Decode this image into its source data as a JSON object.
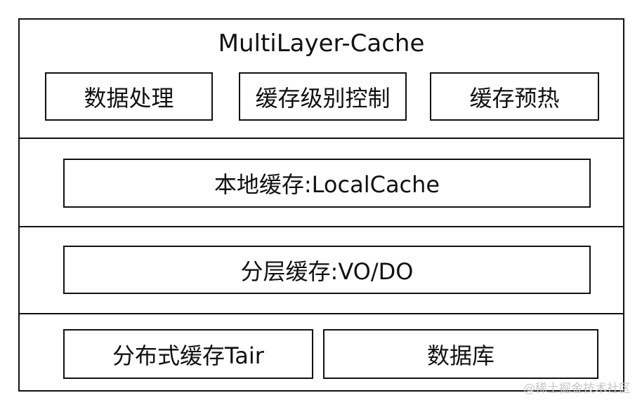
{
  "title": "MultiLayer-Cache",
  "top_layer": {
    "items": [
      "数据处理",
      "缓存级别控制",
      "缓存预热"
    ]
  },
  "local_cache_layer": {
    "label": "本地缓存:LocalCache"
  },
  "layered_cache_layer": {
    "label": "分层缓存:VO/DO"
  },
  "storage_layer": {
    "items": [
      "分布式缓存Tair",
      "数据库"
    ]
  },
  "watermark": "@稀土掘金技术社区"
}
